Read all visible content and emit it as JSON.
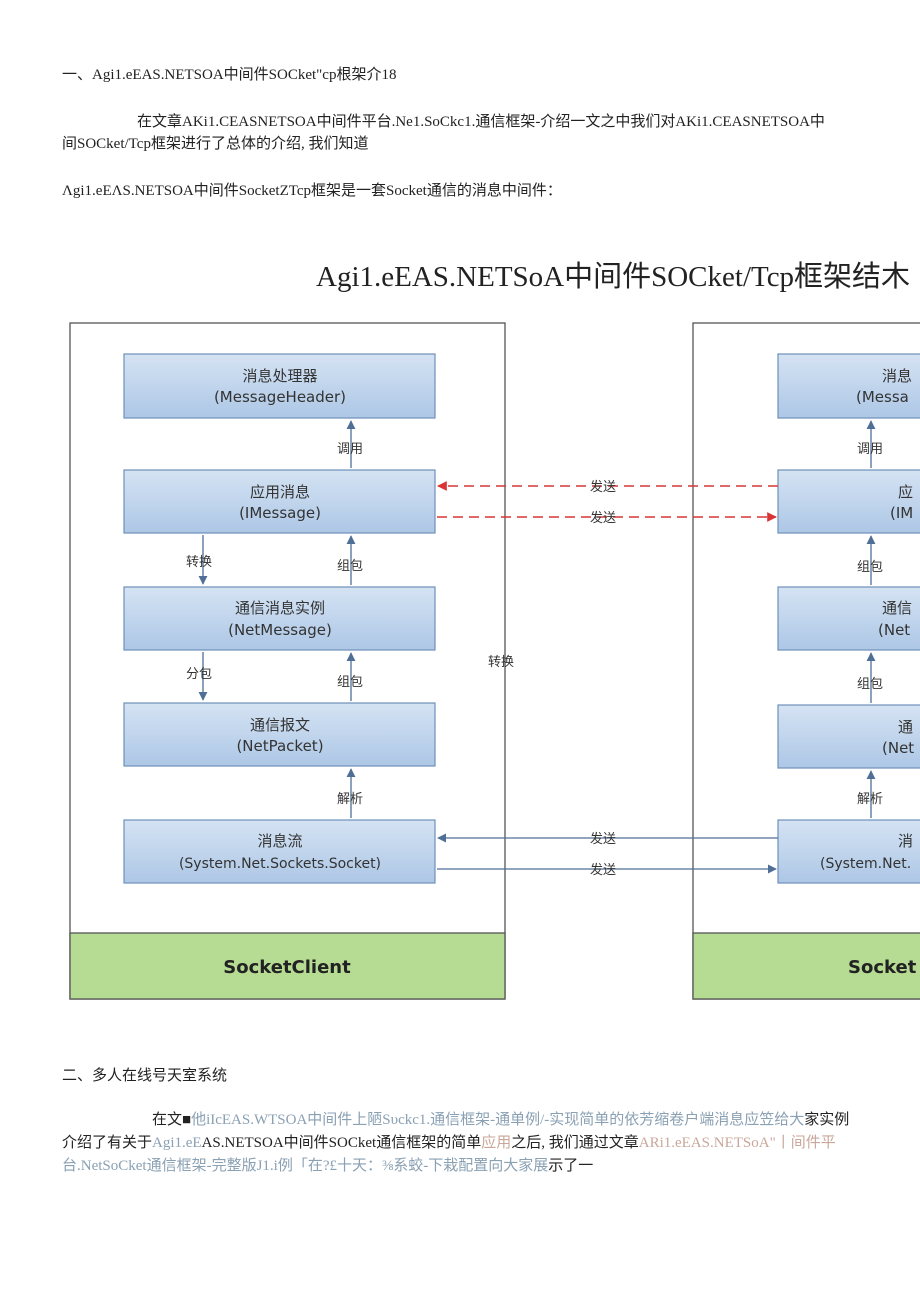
{
  "section1": {
    "heading": "一、Agi1.eEAS.NETSOA中间件SOCket\"cp根架介18",
    "para1_line1": "在文章AKi1.CEASNETSOA中间件平台.Ne1.SoCkc1.通信框架-介绍一文之中我们对AKi1.CEASNETSOA中",
    "para1_line2": "间SOCket/Tcp框架进行了总体的介绍, 我们知道",
    "para2": "Λgi1.eEΛS.NETSOA中间件SocketZTcp框架是一套Socket通信的消息中间件："
  },
  "diagram": {
    "title": "Agi1.eEAS.NETSoA中间件SOCket/Tcp框架结木",
    "client": {
      "label": "SocketClient",
      "boxes": [
        {
          "line1": "消息处理器",
          "line2": "(MessageHeader)"
        },
        {
          "line1": "应用消息",
          "line2": "(IMessage)"
        },
        {
          "line1": "通信消息实例",
          "line2": "(NetMessage)"
        },
        {
          "line1": "通信报文",
          "line2": "(NetPacket)"
        },
        {
          "line1": "消息流",
          "line2": "(System.Net.Sockets.Socket)"
        }
      ],
      "arrow_labels": {
        "call": "调用",
        "convert": "转换",
        "pack1": "组包",
        "split": "分包",
        "pack2": "组包",
        "parse": "解析"
      }
    },
    "server": {
      "label": "Socket",
      "boxes": [
        {
          "line1": "消息",
          "line2": "(Messa"
        },
        {
          "line1": "应",
          "line2": "(IM"
        },
        {
          "line1": "通信",
          "line2": "(Net"
        },
        {
          "line1": "通",
          "line2": "(Net"
        },
        {
          "line1": "消",
          "line2": "(System.Net."
        }
      ],
      "arrow_labels": {
        "call": "调用",
        "pack1": "组包",
        "pack2": "组包",
        "parse": "解析"
      }
    },
    "middle_labels": {
      "send1": "发送",
      "send2": "发送",
      "convert": "转换",
      "send3": "发送",
      "send4": "发送"
    }
  },
  "section2": {
    "heading": "二、多人在线号天室系统",
    "line1_a": "在文■",
    "line1_link": "他iIcEAS.WTSOA中间件上陋Sυckc1.通信框架-通单例/-实现简单的依芳缩卷户端消息应笠给大",
    "line1_b": "家实例",
    "line2_a": "介绍了有关于",
    "line2_link1": "Agi1.eE",
    "line2_b": "AS.NETSOA中间件SOCket通信框架的简单",
    "line2_link2": "应用",
    "line2_c": "之后, 我们通过文章",
    "line2_link3": "ARi1.eEAS.NETSoA\"丨间件平",
    "line3_link": "台.NetSoCket通信框架-完整版J1.i例「在?£十天：⅜系蛟-下栽配置向大家展",
    "line3_b": "示了一"
  }
}
